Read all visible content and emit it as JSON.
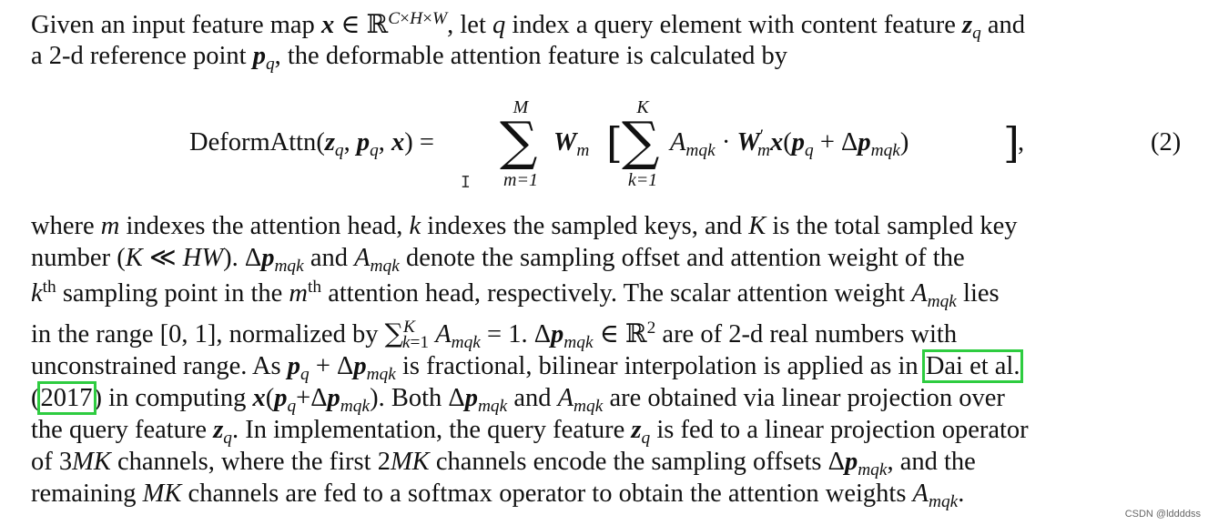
{
  "paragraph1": {
    "line1": {
      "a": "Given an input feature map",
      "b": "let",
      "c": "index a query element with content feature",
      "d": "and"
    },
    "line2": {
      "a": "a 2-d reference point",
      "b": ", the deformable attention feature is calculated by"
    }
  },
  "equation": {
    "func": "DeformAttn",
    "upper_sum_m": "M",
    "lower_sum_m": "m=1",
    "upper_sum_k": "K",
    "lower_sum_k": "k=1",
    "number": "(2)"
  },
  "paragraph2": {
    "l1": [
      "where",
      "indexes the attention head,",
      "indexes the sampled keys, and",
      "is the total sampled key"
    ],
    "l2": [
      "number",
      "and",
      "denote the sampling offset and attention weight of the"
    ],
    "l3": [
      "sampling point in the",
      "attention head, respectively.  The scalar attention weight",
      "lies"
    ],
    "l4": [
      "in the range",
      ", normalized by",
      "are of 2-d real numbers with"
    ],
    "l5": [
      "unconstrained range. As",
      "is fractional, bilinear interpolation is applied as in"
    ],
    "ref_dai": "Dai et al.",
    "ref_year": "2017",
    "l6": [
      "in computing",
      ". Both",
      "and",
      "are obtained via linear projection over"
    ],
    "l7": [
      "the query feature",
      ". In implementation, the query feature",
      "is fed to a linear projection operator"
    ],
    "l8": [
      "of",
      "channels, where the first",
      "channels encode the sampling offsets",
      ", and the"
    ],
    "l9": [
      "remaining",
      "channels are fed to a",
      "softmax",
      "operator to obtain the attention weights"
    ]
  },
  "watermark": "CSDN @lddddss"
}
